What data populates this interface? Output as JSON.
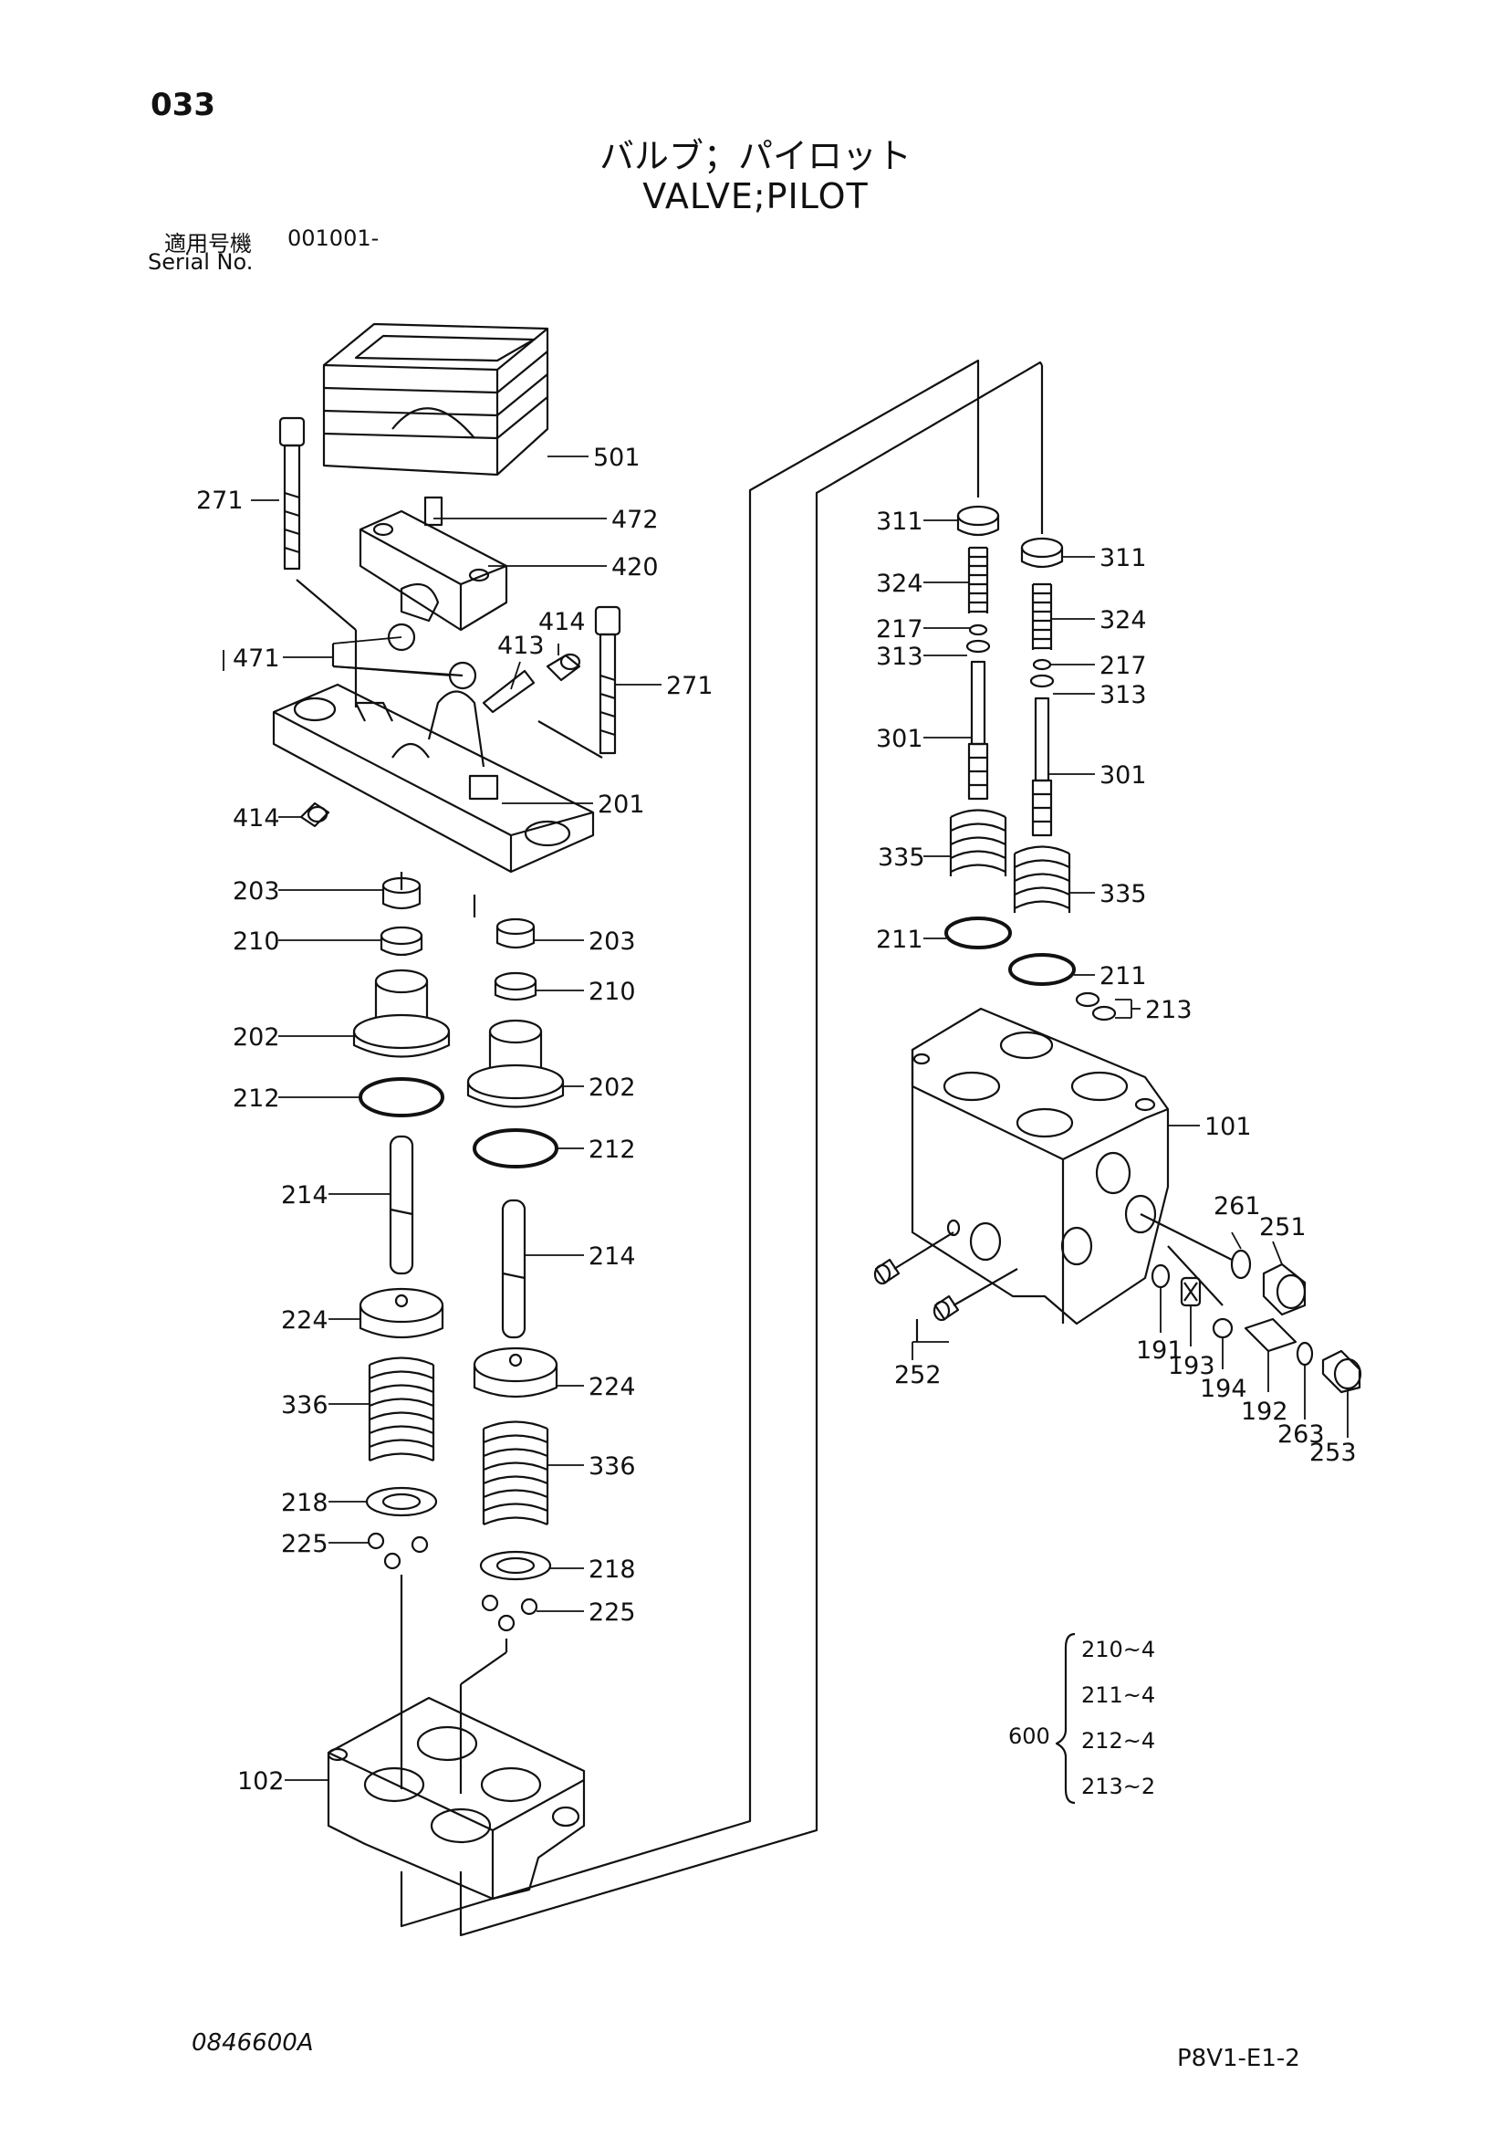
{
  "page_number": "033",
  "title_jp": "バルブ；パイロット",
  "title_en": "VALVE;PILOT",
  "serial_label_jp": "適用号機",
  "serial_value": "001001-",
  "serial_label_en": "Serial No.",
  "drawing_code": "0846600A",
  "page_ref": "P8V1-E1-2",
  "parts": {
    "p501": "501",
    "p472": "472",
    "p420": "420",
    "p271a": "271",
    "p271b": "271",
    "p471": "471",
    "p414a": "414",
    "p413": "413",
    "p414b": "414",
    "p201": "201",
    "p203a": "203",
    "p210a": "210",
    "p203b": "203",
    "p210b": "210",
    "p202a": "202",
    "p212a": "212",
    "p202b": "202",
    "p212b": "212",
    "p214a": "214",
    "p214b": "214",
    "p224a": "224",
    "p224b": "224",
    "p336a": "336",
    "p336b": "336",
    "p218a": "218",
    "p218b": "218",
    "p225a": "225",
    "p225b": "225",
    "p102": "102",
    "p311a": "311",
    "p311b": "311",
    "p324a": "324",
    "p324b": "324",
    "p217a": "217",
    "p217b": "217",
    "p313a": "313",
    "p313b": "313",
    "p301a": "301",
    "p301b": "301",
    "p335a": "335",
    "p335b": "335",
    "p211a": "211",
    "p211b": "211",
    "p213": "213",
    "p101": "101",
    "p261": "261",
    "p251": "251",
    "p252": "252",
    "p191": "191",
    "p193": "193",
    "p194": "194",
    "p192": "192",
    "p263": "263",
    "p253": "253"
  },
  "seal_kit": {
    "number": "600",
    "items": [
      "210~4",
      "211~4",
      "212~4",
      "213~2"
    ]
  }
}
